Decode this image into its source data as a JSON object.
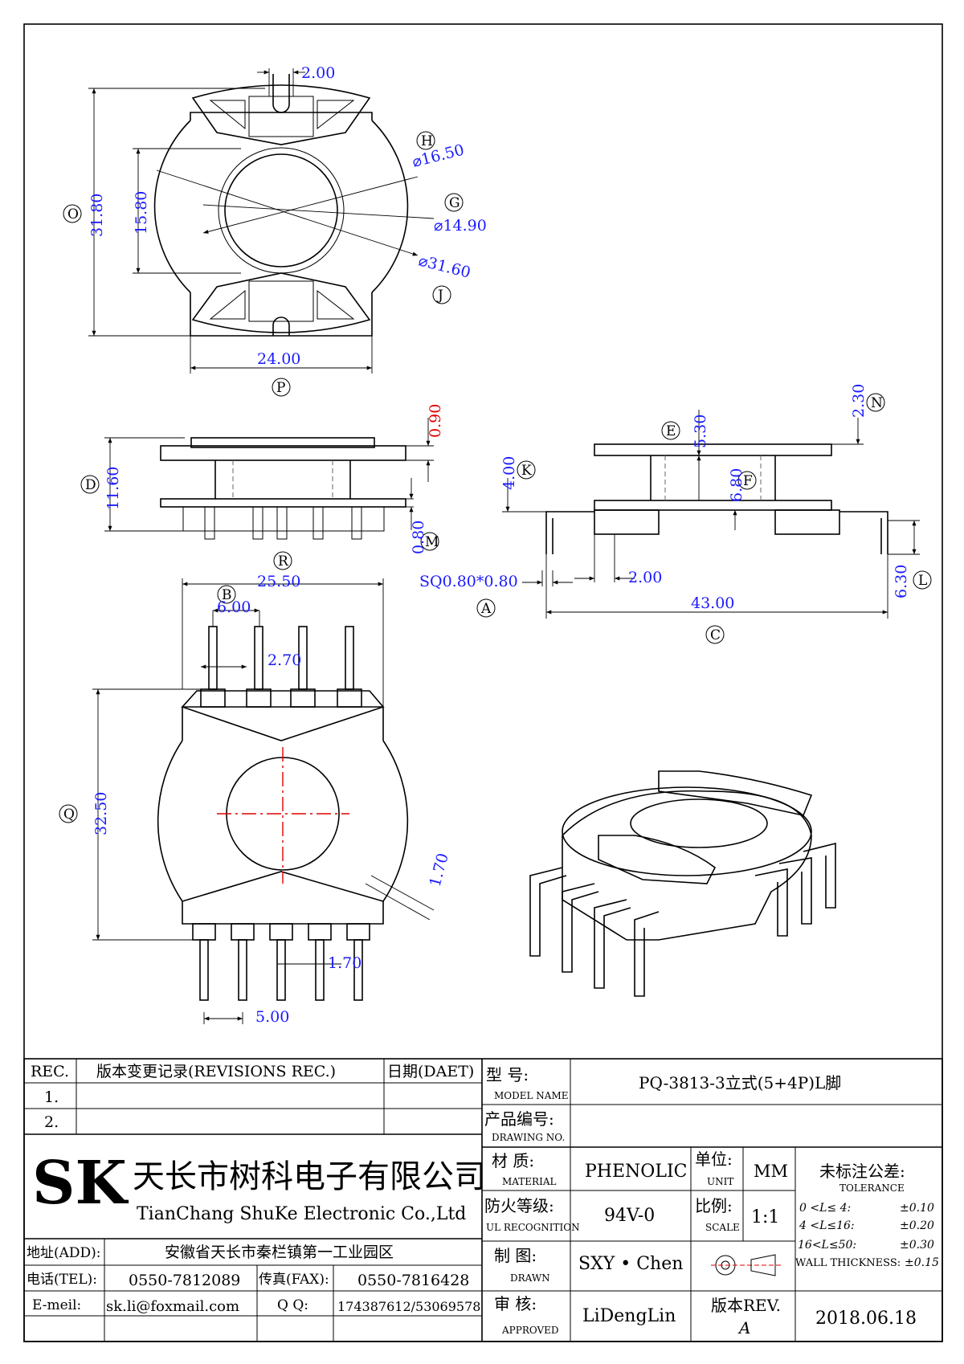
{
  "top_view": {
    "d_slot": "2.00",
    "d_h": "⌀16.50",
    "d_g": "⌀14.90",
    "d_j": "⌀31.60",
    "d_o": "31.80",
    "d_15": "15.80",
    "d_p": "24.00",
    "l_h": "H",
    "l_g": "G",
    "l_j": "J",
    "l_o": "O",
    "l_p": "P"
  },
  "side_view": {
    "d_090": "0.90",
    "d_1160": "11.60",
    "d_080": "0.80",
    "l_d": "D",
    "l_m": "M",
    "l_r": "R"
  },
  "front_view": {
    "d_e": "5.30",
    "d_k": "4.00",
    "d_f": "6.80",
    "d_n": "2.30",
    "d_sq": "SQ0.80*0.80",
    "d_200": "2.00",
    "d_43": "43.00",
    "d_630": "6.30",
    "l_e": "E",
    "l_k": "K",
    "l_f": "F",
    "l_n": "N",
    "l_a": "A",
    "l_c": "C",
    "l_l": "L"
  },
  "bottom_view": {
    "d_2550": "25.50",
    "d_600": "6.00",
    "d_270": "2.70",
    "d_3250": "32.50",
    "d_170a": "1.70",
    "d_170b": "1.70",
    "d_500": "5.00",
    "l_b": "B",
    "l_q": "Q"
  },
  "title_block": {
    "rev_h": "REC.",
    "rev_rec": "版本变更记录(REVISIONS REC.)",
    "rev_date": "日期(DAET)",
    "rev_1": "1.",
    "rev_2": "2.",
    "logo": "SK",
    "company_cn": "天长市树科电子有限公司",
    "company_en": "TianChang ShuKe Electronic Co.,Ltd",
    "addr_l": "地址(ADD):",
    "addr_v": "安徽省天长市秦栏镇第一工业园区",
    "tel_l": "电话(TEL):",
    "tel_v": "0550-7812089",
    "fax_l": "传真(FAX):",
    "fax_v": "0550-7816428",
    "mail_l": "E-meil:",
    "mail_v": "sk.li@foxmail.com",
    "qq_l": "Q Q:",
    "qq_v": "174387612/53069578",
    "model_l": "型    号:",
    "model_s": "MODEL NAME",
    "model_v": "PQ-3813-3立式(5+4P)L脚",
    "dwg_l": "产品编号:",
    "dwg_s": "DRAWING NO.",
    "mat_l": "材    质:",
    "mat_s": "MATERIAL",
    "mat_v": "PHENOLIC",
    "unit_l": "单位:",
    "unit_s": "UNIT",
    "unit_v": "MM",
    "ul_l": "防火等级:",
    "ul_s": "UL RECOGNITION",
    "ul_v": "94V-0",
    "scale_l": "比例:",
    "scale_s": "SCALE",
    "scale_v": "1:1",
    "drawn_l": "制    图:",
    "drawn_s": "DRAWN",
    "drawn_v": "SXY • Chen",
    "appr_l": "审    核:",
    "appr_s": "APPROVED",
    "appr_v": "LiDengLin",
    "rev_l": "版本REV.",
    "rev_v": "A",
    "date_v": "2018.06.18",
    "tol_h": "未标注公差:",
    "tol_s": "TOLERANCE",
    "tol_1a": "0  <L≤  4:",
    "tol_1b": "±0.10",
    "tol_2a": "4  <L≤16:",
    "tol_2b": "±0.20",
    "tol_3a": "16<L≤50:",
    "tol_3b": "±0.30",
    "tol_4a": "WALL THICKNESS:",
    "tol_4b": "±0.15"
  }
}
